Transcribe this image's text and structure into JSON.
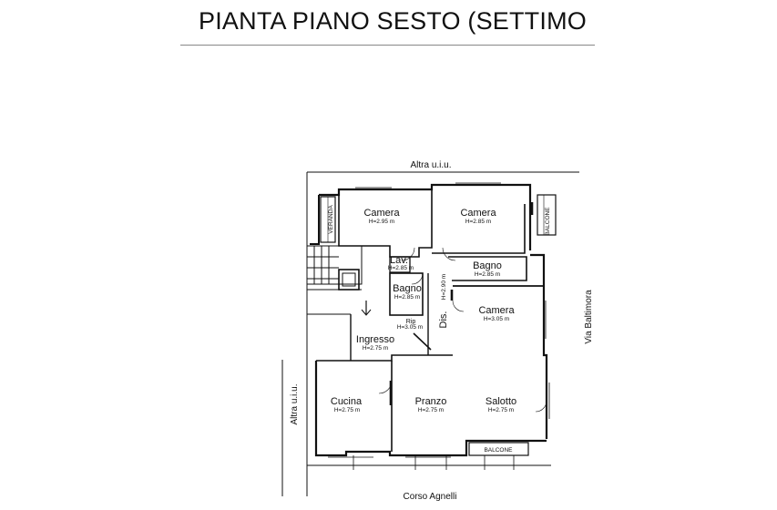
{
  "title": "PIANTA PIANO SESTO (SETTIMO",
  "street_labels": {
    "top": "Altra u.i.u.",
    "left": "Altra u.i.u.",
    "right": "Via Baltimora",
    "bottom": "Corso Agnelli"
  },
  "rooms": {
    "camera_1": {
      "name": "Camera",
      "height": "H=2.95 m"
    },
    "camera_2": {
      "name": "Camera",
      "height": "H=2.85 m"
    },
    "lav": {
      "name": "Lav.",
      "height": "H=2.85 m"
    },
    "bagno_1": {
      "name": "Bagno",
      "height": "H=2.85 m"
    },
    "bagno_2": {
      "name": "Bagno",
      "height": "H=2.85 m"
    },
    "camera_3": {
      "name": "Camera",
      "height": "H=3.05 m"
    },
    "dis": {
      "name": "Dis.",
      "height": "H=2.90 m"
    },
    "rip": {
      "name": "Rip",
      "height": "H=3.05 m"
    },
    "ingresso": {
      "name": "Ingresso",
      "height": "H=2.75 m"
    },
    "cucina": {
      "name": "Cucina",
      "height": "H=2.75 m"
    },
    "pranzo": {
      "name": "Pranzo",
      "height": "H=2.75 m"
    },
    "salotto": {
      "name": "Salotto",
      "height": "H=2.75 m"
    }
  },
  "balconies": {
    "right": "BALCONE",
    "bottom": "BALCONE",
    "veranda": "VERANDA"
  }
}
